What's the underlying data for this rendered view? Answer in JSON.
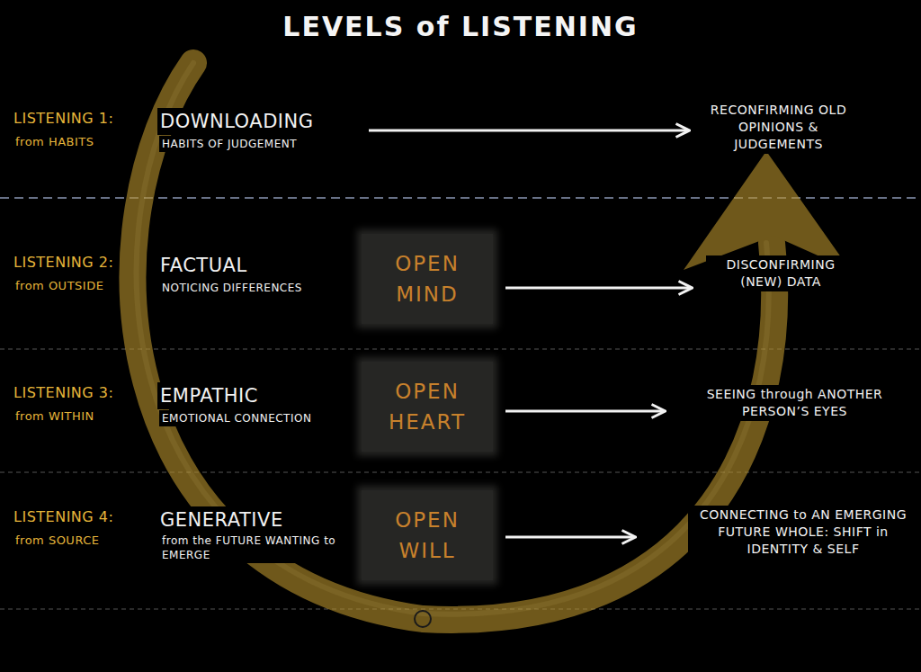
{
  "diagram": {
    "title": "LEVELS of LISTENING",
    "nodes": [
      {
        "text": [
          "OPEN MIND"
        ]
      },
      {
        "text": [
          "OPEN HEART"
        ]
      },
      {
        "text": [
          "OPEN WILL"
        ]
      }
    ],
    "labels": [
      "LISTENING 1:",
      "from HABITS",
      "DOWNLOADING",
      "HABITS OF JUDGEMENT",
      "RECONFIRMING OLD OPINIONS & JUDGEMENTS",
      "LISTENING 2:",
      "from OUTSIDE",
      "FACTUAL",
      "NOTICING DIFFERENCES",
      "DISCONFIRMING (NEW) DATA",
      "LISTENING 3:",
      "from WITHIN",
      "EMPATHIC",
      "EMOTIONAL CONNECTION",
      "SEEING through ANOTHER PERSON’S EYES",
      "LISTENING 4:",
      "from SOURCE",
      "GENERATIVE",
      "from the FUTURE WANTING to EMERGE",
      "CONNECTING to AN EMERGING FUTURE WHOLE: SHIFT in IDENTITY & SELF"
    ]
  }
}
